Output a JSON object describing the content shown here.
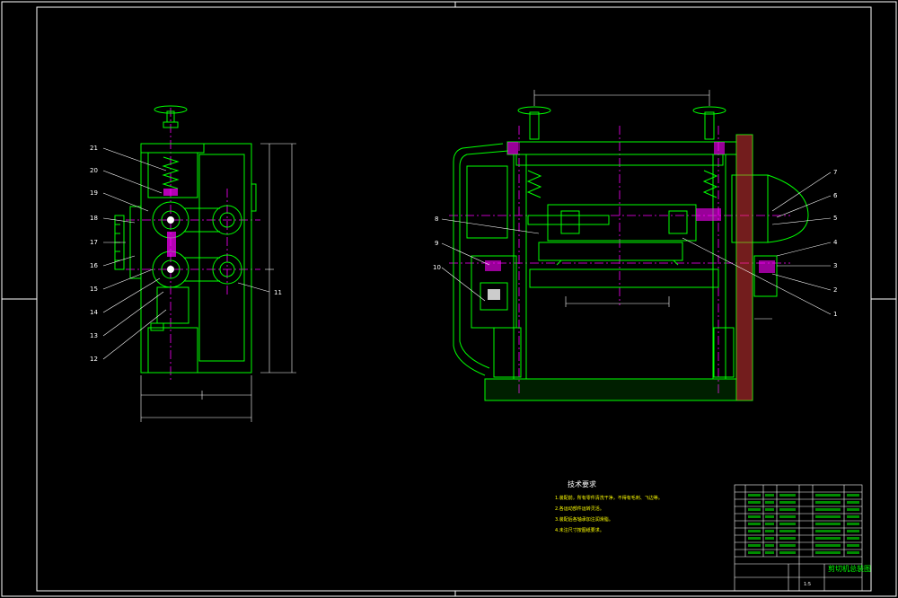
{
  "colors": {
    "background": "#000000",
    "frame": "#ffffff",
    "outline": "#00ff00",
    "centerline": "#ff00ff",
    "leader": "#ffffff",
    "dimension": "#00ffff",
    "note_text": "#ffff00",
    "label_text": "#ffffff"
  },
  "side_view": {
    "part_numbers": [
      "21",
      "20",
      "19",
      "18",
      "17",
      "16",
      "15",
      "14",
      "13",
      "12",
      "11"
    ]
  },
  "front_view": {
    "part_numbers": [
      "7",
      "6",
      "5",
      "4",
      "3",
      "2",
      "1",
      "8",
      "9",
      "10"
    ]
  },
  "tech_notes": {
    "title": "技术要求",
    "lines": [
      "1.装配前，所有零件清洗干净，不得有毛刺、飞边等。",
      "2.各运动部件运转灵活。",
      "3.装配后各轴承加注润滑脂。",
      "4.未注尺寸按图纸要求。"
    ]
  },
  "title_block": {
    "drawing_name": "剪切机总装图",
    "scale": "1:5"
  }
}
